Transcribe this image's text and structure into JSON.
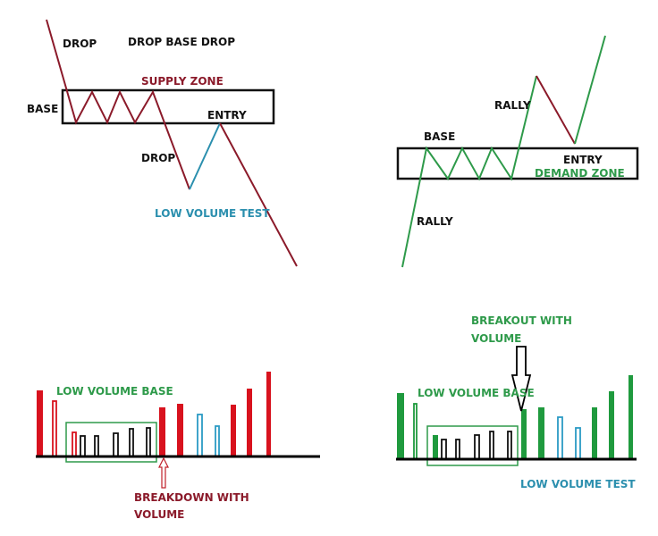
{
  "supply": {
    "drop_top": "DROP",
    "title": "DROP BASE DROP",
    "zone": "SUPPLY ZONE",
    "base": "BASE",
    "entry": "ENTRY",
    "drop_mid": "DROP",
    "test": "LOW VOLUME TEST"
  },
  "demand": {
    "base": "BASE",
    "rally_top": "RALLY",
    "rally_bottom": "RALLY",
    "entry": "ENTRY",
    "zone": "DEMAND ZONE"
  },
  "volume_down": {
    "base_label": "LOW VOLUME BASE",
    "breakdown_line1": "BREAKDOWN  WITH",
    "breakdown_line2": "VOLUME"
  },
  "volume_up": {
    "breakout_line1": "BREAKOUT WITH",
    "breakout_line2": "VOLUME",
    "base_label": "LOW VOLUME BASE",
    "test": "LOW VOLUME TEST"
  },
  "colors": {
    "supply_line": "#8b1a2a",
    "demand_line": "#2e9a4a",
    "test_line": "#2b8fae",
    "volume_red": "#d8121e",
    "volume_green": "#1f9a3e"
  }
}
